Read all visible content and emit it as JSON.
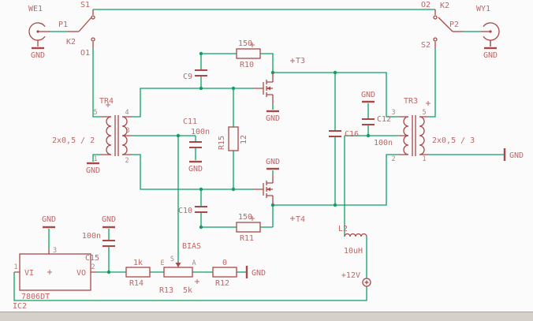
{
  "colors": {
    "wire": "#0da065",
    "symbol": "#aa4848",
    "label": "#c06565",
    "pin_number": "#a5897c",
    "background": "#fbfbfb",
    "statusbar": "#d5d1ca"
  },
  "gnd": "GND",
  "relay_in": {
    "connector": "WE1",
    "contact_name": "K2",
    "pin_p": "P1",
    "pin_s": "S1",
    "pin_o": "O1"
  },
  "relay_out": {
    "connector": "WY1",
    "contact_name": "K2",
    "pin_p": "P2",
    "pin_s": "S2",
    "pin_o": "O2"
  },
  "tr4": {
    "name": "TR4",
    "value": "2x0,5 / 2",
    "pin5": "5",
    "pin4": "4",
    "pin3": "3",
    "pin1": "1",
    "pin2": "2"
  },
  "tr3": {
    "name": "TR3",
    "value": "2x0,5 / 3",
    "pin3": "3",
    "pin5": "5",
    "pin2": "2",
    "pin1": "1"
  },
  "c9": {
    "name": "C9"
  },
  "c10": {
    "name": "C10"
  },
  "c11": {
    "name": "C11",
    "value": "100n"
  },
  "c12": {
    "name": "C12",
    "value": "100n"
  },
  "c15": {
    "name": "C15",
    "value": "100n"
  },
  "c16": {
    "name": "C16"
  },
  "r10": {
    "name": "R10",
    "value": "150"
  },
  "r11": {
    "name": "R11",
    "value": "150"
  },
  "r12": {
    "name": "R12",
    "value": "0"
  },
  "r13": {
    "name": "R13",
    "value": "5k",
    "pin_e": "E",
    "pin_s": "S",
    "pin_a": "A"
  },
  "r14": {
    "name": "R14",
    "value": "1k"
  },
  "r15": {
    "name": "R15",
    "value": "12"
  },
  "t3": {
    "name": "T3"
  },
  "t4": {
    "name": "T4"
  },
  "l2": {
    "name": "L2",
    "value": "10uH"
  },
  "ic2": {
    "name": "IC2",
    "value": "7806DT",
    "pin_vi": "VI",
    "pin_vo": "VO",
    "num1": "1",
    "num2": "2",
    "num3": "3"
  },
  "nets": {
    "bias": "BIAS",
    "supply": "+12V"
  }
}
